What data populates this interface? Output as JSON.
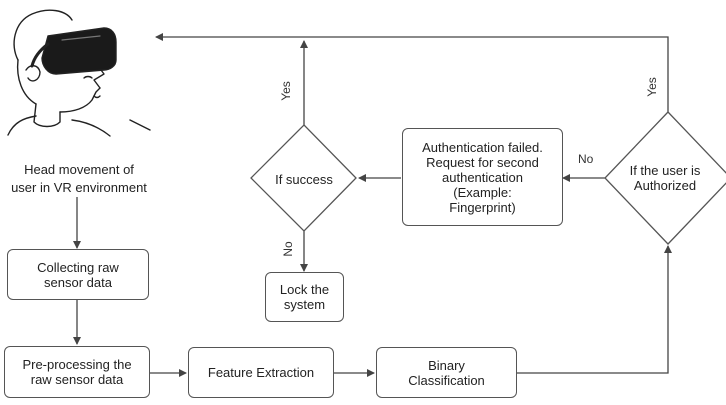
{
  "head_caption": [
    "Head movement of",
    "user in VR environment"
  ],
  "nodes": {
    "collect": [
      "Collecting raw",
      "sensor data"
    ],
    "preprocess": [
      "Pre-processing the",
      "raw sensor data"
    ],
    "feature": [
      "Feature Extraction"
    ],
    "binary": [
      "Binary",
      "Classification"
    ],
    "authorized": [
      "If the user is",
      "Authorized"
    ],
    "auth_failed": [
      "Authentication failed.",
      "Request for second",
      "authentication",
      "(Example:",
      "Fingerprint)"
    ],
    "success": [
      "If success"
    ],
    "lock": [
      "Lock the",
      "system"
    ]
  },
  "edge_labels": {
    "yes_authorized": "Yes",
    "no_authorized": "No",
    "yes_success": "Yes",
    "no_success": "No"
  },
  "icons": {
    "vr_user": "vr-headset-user-icon"
  }
}
